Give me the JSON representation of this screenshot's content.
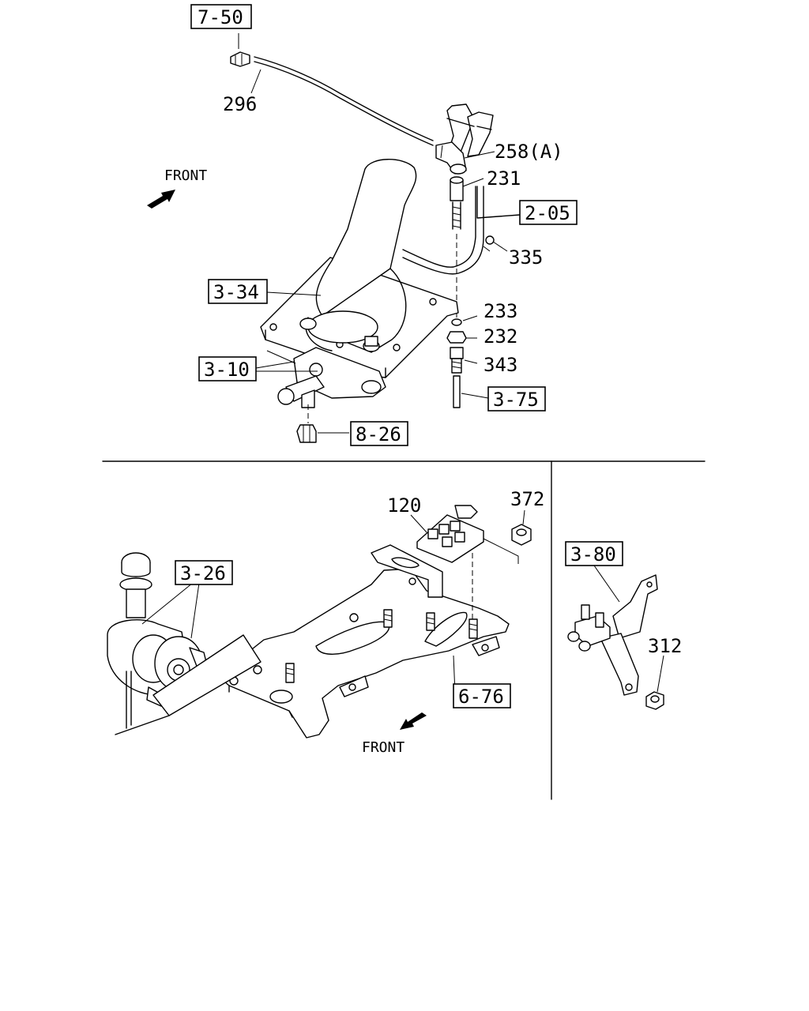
{
  "labels": {
    "ref_7_50": "7-50",
    "p296": "296",
    "p258": "258(A)",
    "p231": "231",
    "ref_2_05": "2-05",
    "p335": "335",
    "ref_3_34": "3-34",
    "p233": "233",
    "p232": "232",
    "ref_3_10": "3-10",
    "p343": "343",
    "ref_3_75": "3-75",
    "ref_8_26": "8-26",
    "front_top": "FRONT",
    "p120": "120",
    "p372": "372",
    "ref_3_26": "3-26",
    "ref_3_80": "3-80",
    "p312": "312",
    "ref_6_76": "6-76",
    "front_bottom": "FRONT"
  }
}
